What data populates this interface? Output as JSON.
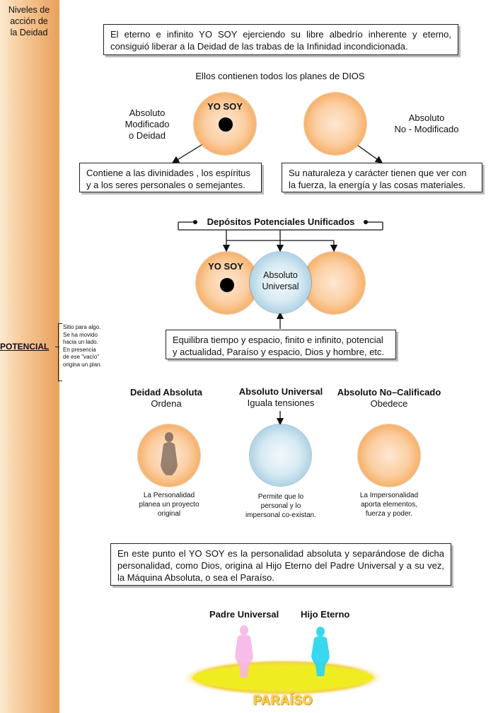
{
  "sidebar": {
    "title_lines": [
      "Niveles de",
      "acción de",
      "la Deidad"
    ],
    "potencial": "POTENCIAL",
    "note_lines": [
      "Sitio para algo.",
      "Se ha movido",
      "hacia un lado.",
      "En presencia",
      "de ese \"vacío\"",
      "origina un plan."
    ]
  },
  "intro_box": "El eterno e infinito YO SOY ejerciendo su libre albedrío inherente y eterno, consiguió liberar a la Deidad de las trabas de la Infinidad incondicionada.",
  "plans_caption": "Ellos contienen todos los planes de DIOS",
  "left_circle": {
    "label": "YO SOY",
    "side_lines": [
      "Absoluto",
      "Modificado",
      "o Deidad"
    ]
  },
  "right_circle": {
    "side_lines": [
      "Absoluto",
      "No - Modificado"
    ]
  },
  "left_box_lines": [
    "Contiene a las divinidades , los espíritus",
    "y a los seres personales o semejantes."
  ],
  "right_box_lines": [
    "Su naturaleza y carácter tienen que ver con",
    "la fuerza, la energía y las cosas materiales."
  ],
  "deposits_title": "Depósitos Potenciales Unificados",
  "venn": {
    "left_label": "YO SOY",
    "center_lines": [
      "Absoluto",
      "Universal"
    ]
  },
  "balance_box_lines": [
    "Equilibra tiempo y espacio, finito e infinito, potencial",
    "y actualidad, Paraíso y espacio, Dios y hombre, etc."
  ],
  "trio": [
    {
      "title": "Deidad Absoluta",
      "subtitle": "Ordena",
      "desc_lines": [
        "La Personalidad",
        "planea un proyecto",
        "original"
      ]
    },
    {
      "title": "Absoluto Universal",
      "subtitle": "Iguala tensiones",
      "desc_lines": [
        "Permite que lo",
        "personal y lo",
        "impersonal co-existan."
      ]
    },
    {
      "title": "Absoluto No–Calificado",
      "subtitle": "Obedece",
      "desc_lines": [
        "La  Impersonalidad",
        "aporta elementos,",
        "fuerza y poder."
      ]
    }
  ],
  "bottom_box": "En este punto el YO SOY es la personalidad absoluta y separándose de dicha personalidad, como Dios, origina al Hijo Eterno del Padre Universal y a su vez, la Máquina Absoluta, o sea el Paraíso.",
  "figures": {
    "left": "Padre Universal",
    "right": "Hijo Eterno"
  },
  "paraiso": "PARAÍSO",
  "colors": {
    "orange": "#f5a95c",
    "blue": "#a8cfe2",
    "pink": "#f7b6e6",
    "cyan": "#2fd6ee",
    "yellow": "#f2ee2a"
  }
}
